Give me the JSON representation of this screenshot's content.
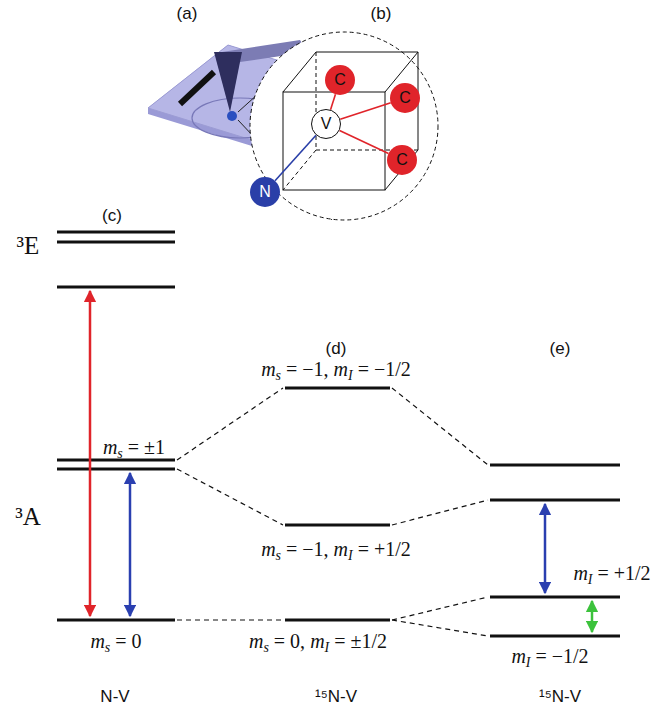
{
  "diagram": {
    "nodes": [
      {
        "text": [
          "C"
        ]
      },
      {
        "text": [
          "C"
        ]
      },
      {
        "text": [
          "V"
        ]
      },
      {
        "text": [
          "C"
        ]
      },
      {
        "text": [
          "N"
        ]
      }
    ],
    "edges": [
      {
        "from": 0,
        "to": 2,
        "arrow": "none"
      },
      {
        "from": 1,
        "to": 2,
        "arrow": "none"
      },
      {
        "from": 3,
        "to": 2,
        "arrow": "none"
      },
      {
        "from": 4,
        "to": 2,
        "arrow": "none"
      }
    ],
    "labels": [
      "(a)",
      "(b)",
      "(c)",
      "³E",
      "ms = ±1",
      "³A",
      "ms = 0",
      "(d)",
      "ms = −1, mI = −1/2",
      "ms = −1, mI = +1/2",
      "ms = 0, mI = ±1/2",
      "(e)",
      "mI = +1/2",
      "mI = −1/2",
      "N-V",
      "¹⁵N-V",
      "¹⁵N-V"
    ]
  }
}
